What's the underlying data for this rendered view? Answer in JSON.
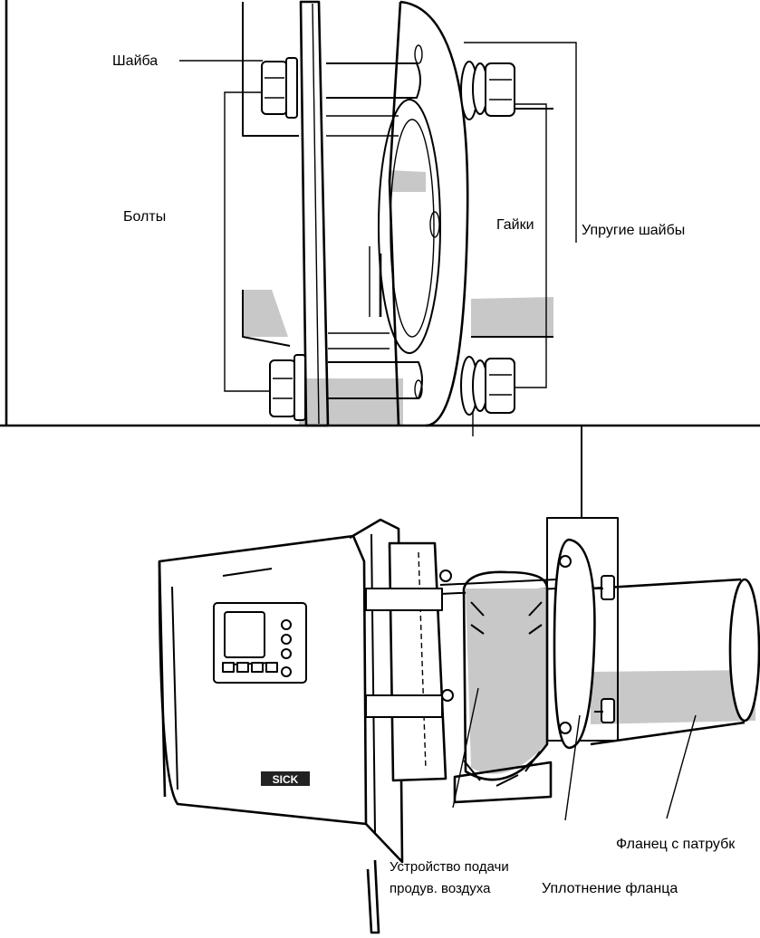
{
  "labels": {
    "washer": "Шайба",
    "bolts": "Болты",
    "nuts": "Гайки",
    "spring_washers": "Упругие шайбы",
    "flange_with_tube": "Фланец с патрубк",
    "purge_air_unit_line1": "Устройство подачи",
    "purge_air_unit_line2": "продув. воздуха",
    "flange_seal": "Уплотнение фланца"
  },
  "device": {
    "brand_logo": "SICK"
  },
  "colors": {
    "line": "#000000",
    "shade": "#c8c8c8",
    "background": "#ffffff"
  }
}
